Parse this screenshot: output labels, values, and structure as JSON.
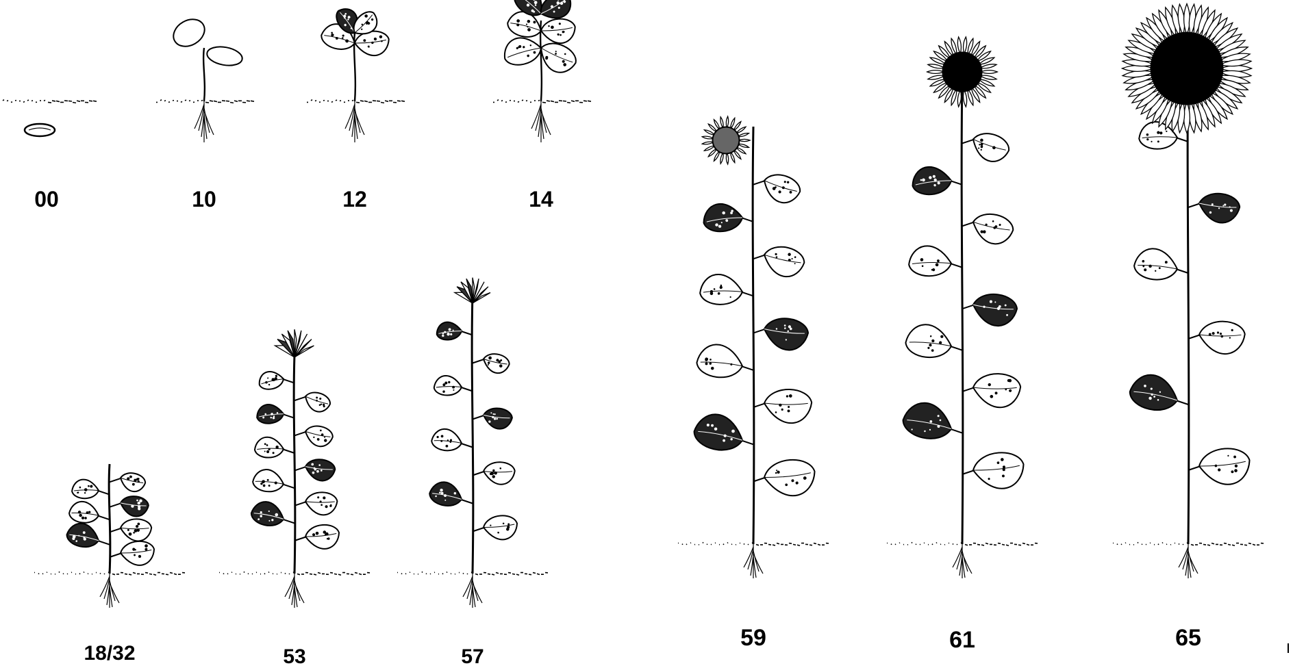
{
  "figure": {
    "ink_color": "#000000",
    "background_color": "#ffffff",
    "stages": [
      {
        "label": "00",
        "growth": "seed"
      },
      {
        "label": "10",
        "growth": "cotyledons"
      },
      {
        "label": "12",
        "growth": "first leaf pair"
      },
      {
        "label": "14",
        "growth": "two leaf pairs"
      },
      {
        "label": "18/32",
        "growth": "young plant"
      },
      {
        "label": "53",
        "growth": "bud forming"
      },
      {
        "label": "57",
        "growth": "elongated stem with bud"
      },
      {
        "label": "59",
        "growth": "bud opening"
      },
      {
        "label": "61",
        "growth": "beginning of flowering"
      },
      {
        "label": "65",
        "growth": "full flowering"
      }
    ]
  }
}
